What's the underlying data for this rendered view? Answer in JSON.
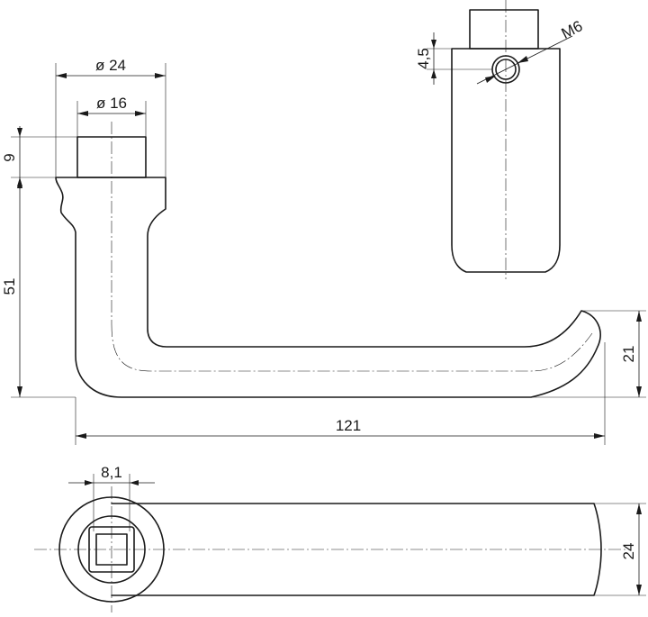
{
  "dimensions": {
    "outer_diameter": "ø 24",
    "inner_diameter": "ø 16",
    "collar_height": "9",
    "total_height": "51",
    "total_length": "121",
    "tip_height": "21",
    "set_screw_offset": "4,5",
    "set_screw_thread": "M6",
    "square_spindle": "8,1",
    "handle_width": "24"
  },
  "colors": {
    "line": "#1a1a1a",
    "background": "#ffffff"
  }
}
